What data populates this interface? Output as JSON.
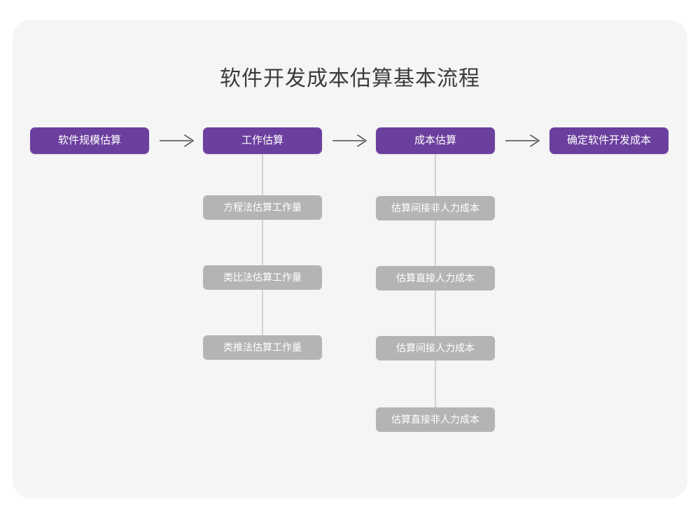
{
  "diagram": {
    "title": "软件开发成本估算基本流程",
    "colors": {
      "page_background": "#ffffff",
      "card_background": "#f5f5f6",
      "stage_fill": "#6b3f9e",
      "stage_text": "#ffffff",
      "substep_fill": "#b4b4b4",
      "substep_text": "#ffffff",
      "connector_line": "#d2d2d2",
      "arrow": "#4c4c4c",
      "title_text": "#3b3b3b"
    },
    "arrows": [
      {
        "glyph": "⟶",
        "name": "arrow-stage1-to-stage2"
      },
      {
        "glyph": "⟶",
        "name": "arrow-stage2-to-stage3"
      },
      {
        "glyph": "⟶",
        "name": "arrow-stage3-to-stage4"
      }
    ],
    "stages": [
      {
        "label": "软件规模估算"
      },
      {
        "label": "工作估算"
      },
      {
        "label": "成本估算"
      },
      {
        "label": "确定软件开发成本"
      }
    ],
    "substeps_column1": [
      {
        "label": "方程法估算工作量"
      },
      {
        "label": "类比法估算工作量"
      },
      {
        "label": "类推法估算工作量"
      }
    ],
    "substeps_column2": [
      {
        "label": "估算间接非人力成本"
      },
      {
        "label": "估算直接人力成本"
      },
      {
        "label": "估算间接人力成本"
      },
      {
        "label": "估算直接非人力成本"
      }
    ]
  }
}
